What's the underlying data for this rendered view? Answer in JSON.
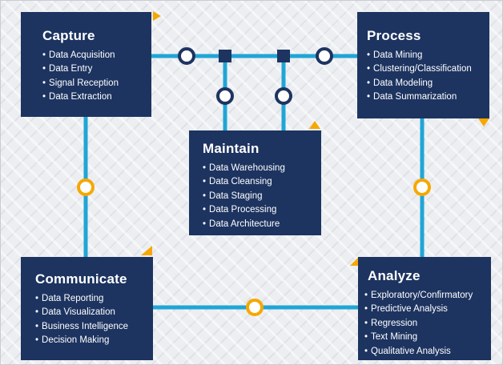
{
  "colors": {
    "box": "#1d3461",
    "line": "#1fa6d6",
    "ring_blue": "#1d3461",
    "ring_gold": "#f5a800",
    "accent": "#f5a800"
  },
  "capture": {
    "title": "Capture",
    "items": [
      "Data Acquisition",
      "Data Entry",
      "Signal Reception",
      "Data Extraction"
    ]
  },
  "process": {
    "title": "Process",
    "items": [
      "Data Mining",
      "Clustering/Classification",
      "Data Modeling",
      "Data Summarization"
    ]
  },
  "maintain": {
    "title": "Maintain",
    "items": [
      "Data Warehousing",
      "Data Cleansing",
      "Data Staging",
      "Data Processing",
      "Data Architecture"
    ]
  },
  "communicate": {
    "title": "Communicate",
    "items": [
      "Data Reporting",
      "Data Visualization",
      "Business Intelligence",
      "Decision Making"
    ]
  },
  "analyze": {
    "title": "Analyze",
    "items": [
      "Exploratory/Confirmatory",
      "Predictive Analysis",
      "Regression",
      "Text Mining",
      "Qualitative Analysis"
    ]
  }
}
